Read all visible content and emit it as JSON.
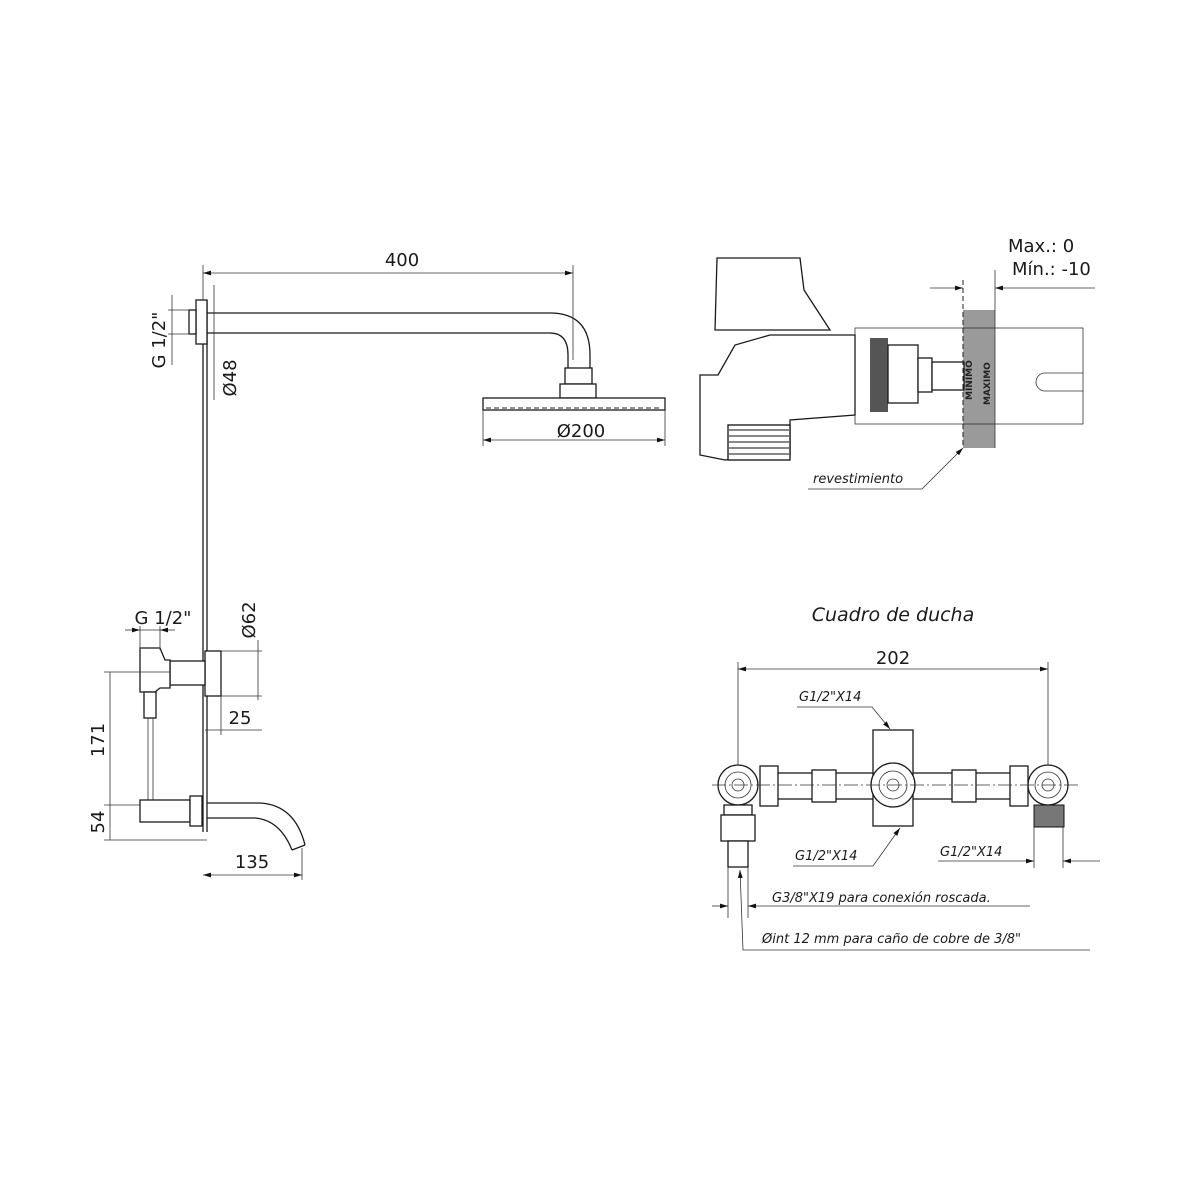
{
  "left_view": {
    "dim_arm_length": "400",
    "dim_inlet_top": "G 1/2\"",
    "dim_arm_diameter": "Ø48",
    "dim_head_diameter": "Ø200",
    "dim_inlet_valve": "G 1/2\"",
    "dim_flange": "Ø62",
    "dim_valve_depth": "25",
    "dim_valve_height": "171",
    "dim_spout_height": "54",
    "dim_spout_length": "135"
  },
  "detail_view": {
    "max_label": "Max.: 0",
    "min_label": "Mín.: -10",
    "min_mark": "MINIMO",
    "max_mark": "MAXIMO",
    "coating_label": "revestimiento"
  },
  "manifold_view": {
    "title": "Cuadro de ducha",
    "dim_width": "202",
    "label_top": "G1/2\"X14",
    "label_bottom": "G1/2\"X14",
    "label_right": "G1/2\"X14",
    "label_threaded": "G3/8\"X19 para conexión roscada.",
    "label_copper": "Øint 12 mm para caño de cobre de 3/8\""
  }
}
